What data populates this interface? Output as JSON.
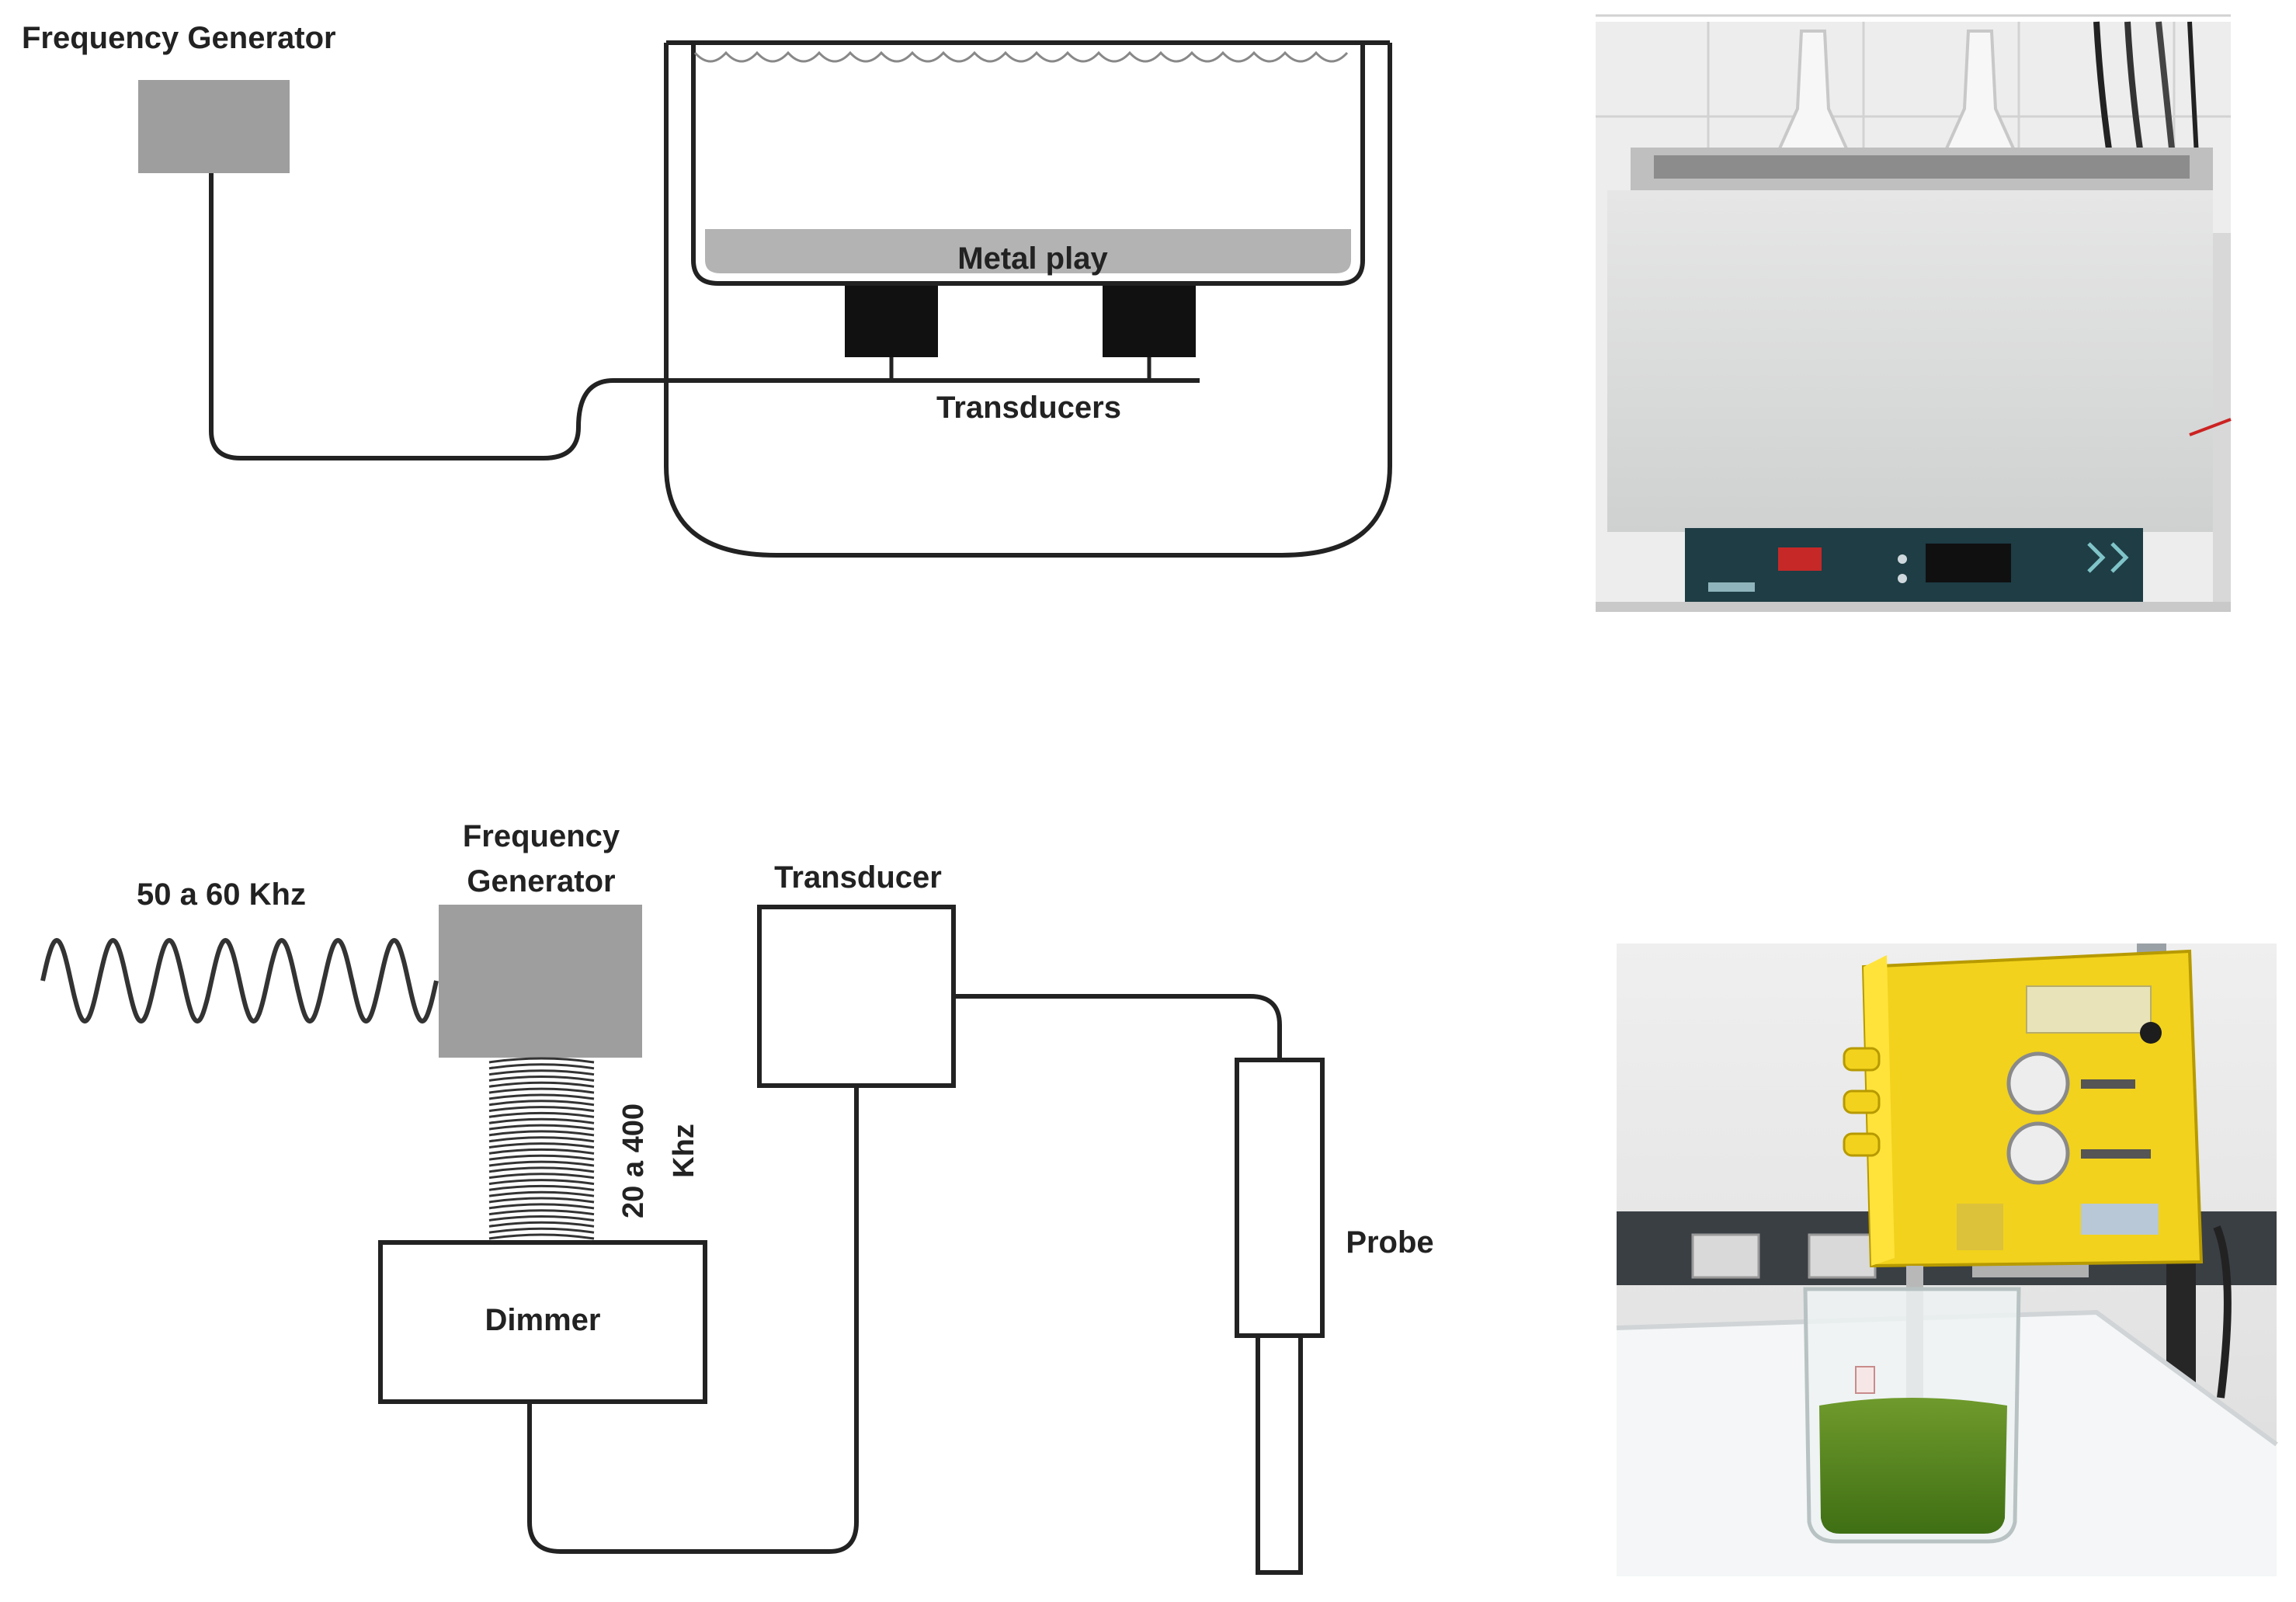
{
  "bath_diagram": {
    "generator_label": "Frequency Generator",
    "plate_label": "Metal play",
    "transducers_label": "Transducers"
  },
  "probe_diagram": {
    "input_wave_label": "50 a 60 Khz",
    "generator_label_line1": "Frequency",
    "generator_label_line2": "Generator",
    "output_range_line1": "20 a 400",
    "output_range_line2": "Khz",
    "dimmer_label": "Dimmer",
    "transducer_label": "Transducer",
    "probe_label": "Probe"
  },
  "colors": {
    "generator_fill": "#9e9e9e",
    "plate_fill": "#b3b3b3",
    "transducer_fill": "#111111",
    "line": "#222222"
  },
  "photos": {
    "bath_photo_icon": "ultrasonic-bath-photo",
    "probe_photo_icon": "ultrasonic-probe-photo"
  }
}
